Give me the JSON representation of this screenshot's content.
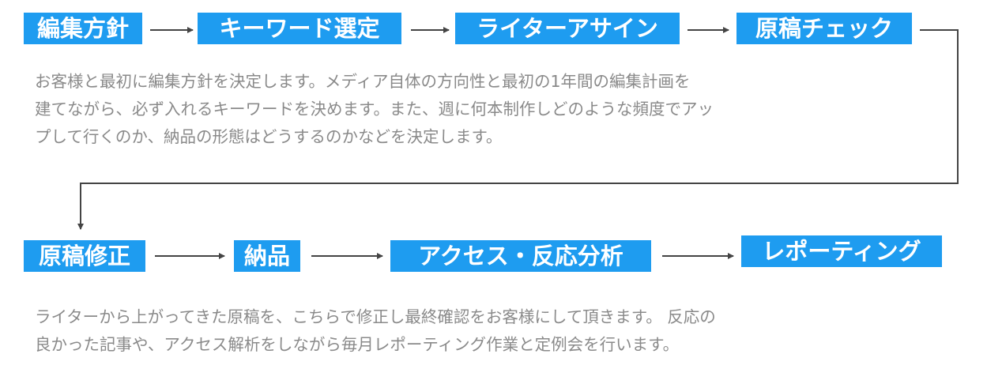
{
  "row1": {
    "steps": [
      "編集方針",
      "キーワード選定",
      "ライターアサイン",
      "原稿チェック"
    ],
    "description": [
      "お客様と最初に編集方針を決定します。メディア自体の方向性と最初の1年間の編集計画を",
      "建てながら、必ず入れるキーワードを決めます。また、週に何本制作しどのような頻度でアッ",
      "プして行くのか、納品の形態はどうするのかなどを決定します。"
    ]
  },
  "row2": {
    "steps": [
      "原稿修正",
      "納品",
      "アクセス・反応分析",
      "レポーティング"
    ],
    "description": [
      "ライターから上がってきた原稿を、こちらで修正し最終確認をお客様にして頂きます。 反応の",
      "良かった記事や、アクセス解析をしながら毎月レポーティング作業と定例会を行います。"
    ]
  },
  "colors": {
    "step_bg": "#1e9cf0",
    "step_text": "#ffffff",
    "description_text": "#8a8a8a",
    "connector": "#444444"
  }
}
